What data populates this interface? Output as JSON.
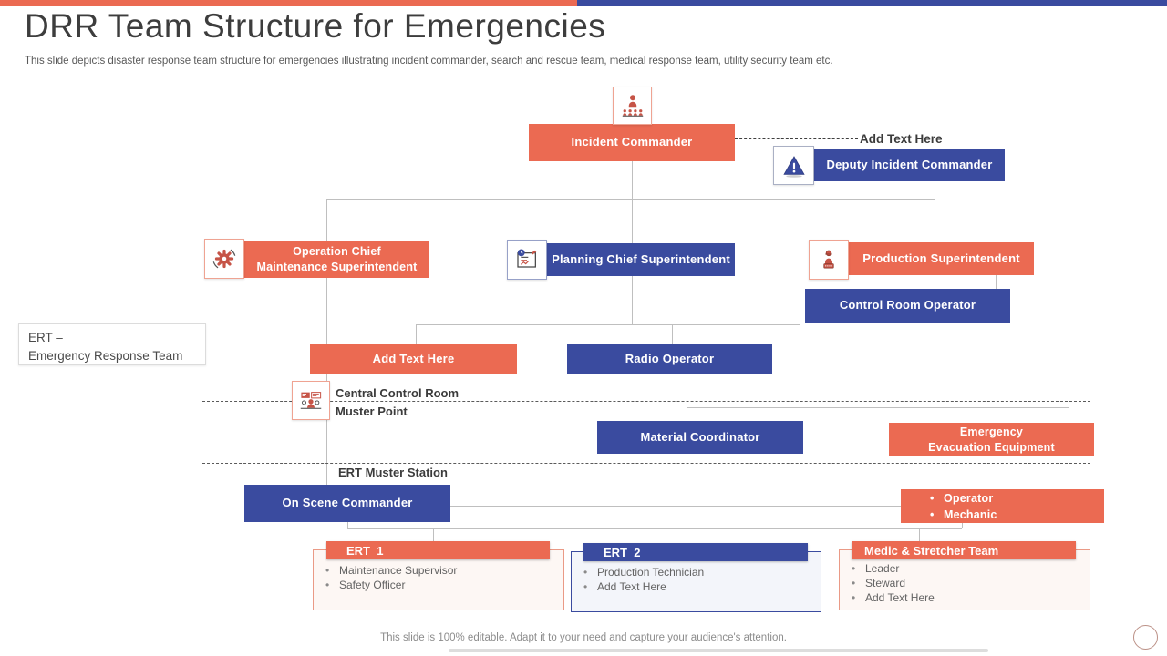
{
  "slide": {
    "title": "DRR Team Structure for Emergencies",
    "subtitle": "This slide depicts disaster response team structure for emergencies illustrating incident commander, search and rescue team, medical response team, utility security team etc.",
    "footer": "This slide is 100% editable. Adapt it to your need and capture your audience's attention."
  },
  "colors": {
    "accent_orange": "#EB6A52",
    "accent_blue": "#3A4B9F",
    "icon_red": "#C65447",
    "connector_gray": "#BFBFBF",
    "dash_gray": "#5A5A5A"
  },
  "icons": {
    "incident_commander": "team-hierarchy-icon",
    "deputy_incident_commander": "warning-triangle-icon",
    "operation_chief": "gear-icon",
    "planning_chief": "planning-board-icon",
    "production_superintendent": "factory-worker-icon",
    "central_control_room": "control-room-icon"
  },
  "org": {
    "incident_commander": "Incident Commander",
    "add_text_here_label": "Add Text Here",
    "deputy_incident_commander": "Deputy Incident Commander",
    "operation_chief": {
      "line1": "Operation Chief",
      "line2": "Maintenance Superintendent"
    },
    "planning_chief": "Planning Chief Superintendent",
    "production_superintendent": "Production Superintendent",
    "control_room_operator": "Control Room Operator",
    "add_text_box": "Add Text Here",
    "radio_operator": "Radio Operator",
    "material_coordinator": "Material Coordinator",
    "emergency_evacuation": {
      "line1": "Emergency",
      "line2": "Evacuation Equipment"
    },
    "on_scene_commander": "On Scene Commander",
    "operator_mechanic": {
      "items": [
        "Operator",
        "Mechanic"
      ]
    }
  },
  "annotations": {
    "ert_abbrev": {
      "line1": "ERT –",
      "line2": "Emergency Response Team"
    },
    "central_control_room": {
      "line1": "Central Control Room",
      "line2": "Muster Point"
    },
    "ert_muster_station": "ERT Muster Station"
  },
  "teams": [
    {
      "name": "ERT  1",
      "members": [
        "Maintenance Supervisor",
        "Safety Officer"
      ]
    },
    {
      "name": "ERT  2",
      "members": [
        "Production Technician",
        "Add Text Here"
      ]
    },
    {
      "name": "Medic & Stretcher Team",
      "members": [
        "Leader",
        "Steward",
        "Add Text Here"
      ]
    }
  ]
}
